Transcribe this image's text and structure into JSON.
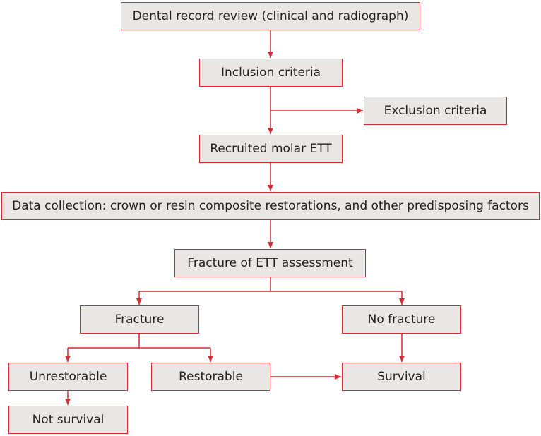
{
  "nodes": {
    "review": "Dental record review (clinical and radiograph)",
    "inclusion": "Inclusion criteria",
    "exclusion": "Exclusion criteria",
    "recruited": "Recruited molar ETT",
    "data_collection": "Data collection: crown or resin composite restorations, and other predisposing factors",
    "fracture_assessment": "Fracture of ETT assessment",
    "fracture": "Fracture",
    "no_fracture": "No fracture",
    "unrestorable": "Unrestorable",
    "restorable": "Restorable",
    "survival": "Survival",
    "not_survival": "Not survival"
  },
  "edges": [
    {
      "from": "review",
      "to": "inclusion"
    },
    {
      "from": "inclusion",
      "to": "exclusion"
    },
    {
      "from": "inclusion",
      "to": "recruited"
    },
    {
      "from": "recruited",
      "to": "data_collection"
    },
    {
      "from": "data_collection",
      "to": "fracture_assessment"
    },
    {
      "from": "fracture_assessment",
      "to": "fracture"
    },
    {
      "from": "fracture_assessment",
      "to": "no_fracture"
    },
    {
      "from": "fracture",
      "to": "unrestorable"
    },
    {
      "from": "fracture",
      "to": "restorable"
    },
    {
      "from": "no_fracture",
      "to": "survival"
    },
    {
      "from": "restorable",
      "to": "survival"
    },
    {
      "from": "unrestorable",
      "to": "not_survival"
    }
  ],
  "colors": {
    "border": "#d42b34",
    "arrow": "#d42b34",
    "box_fill": "#e9e6e4",
    "text": "#231f20"
  }
}
